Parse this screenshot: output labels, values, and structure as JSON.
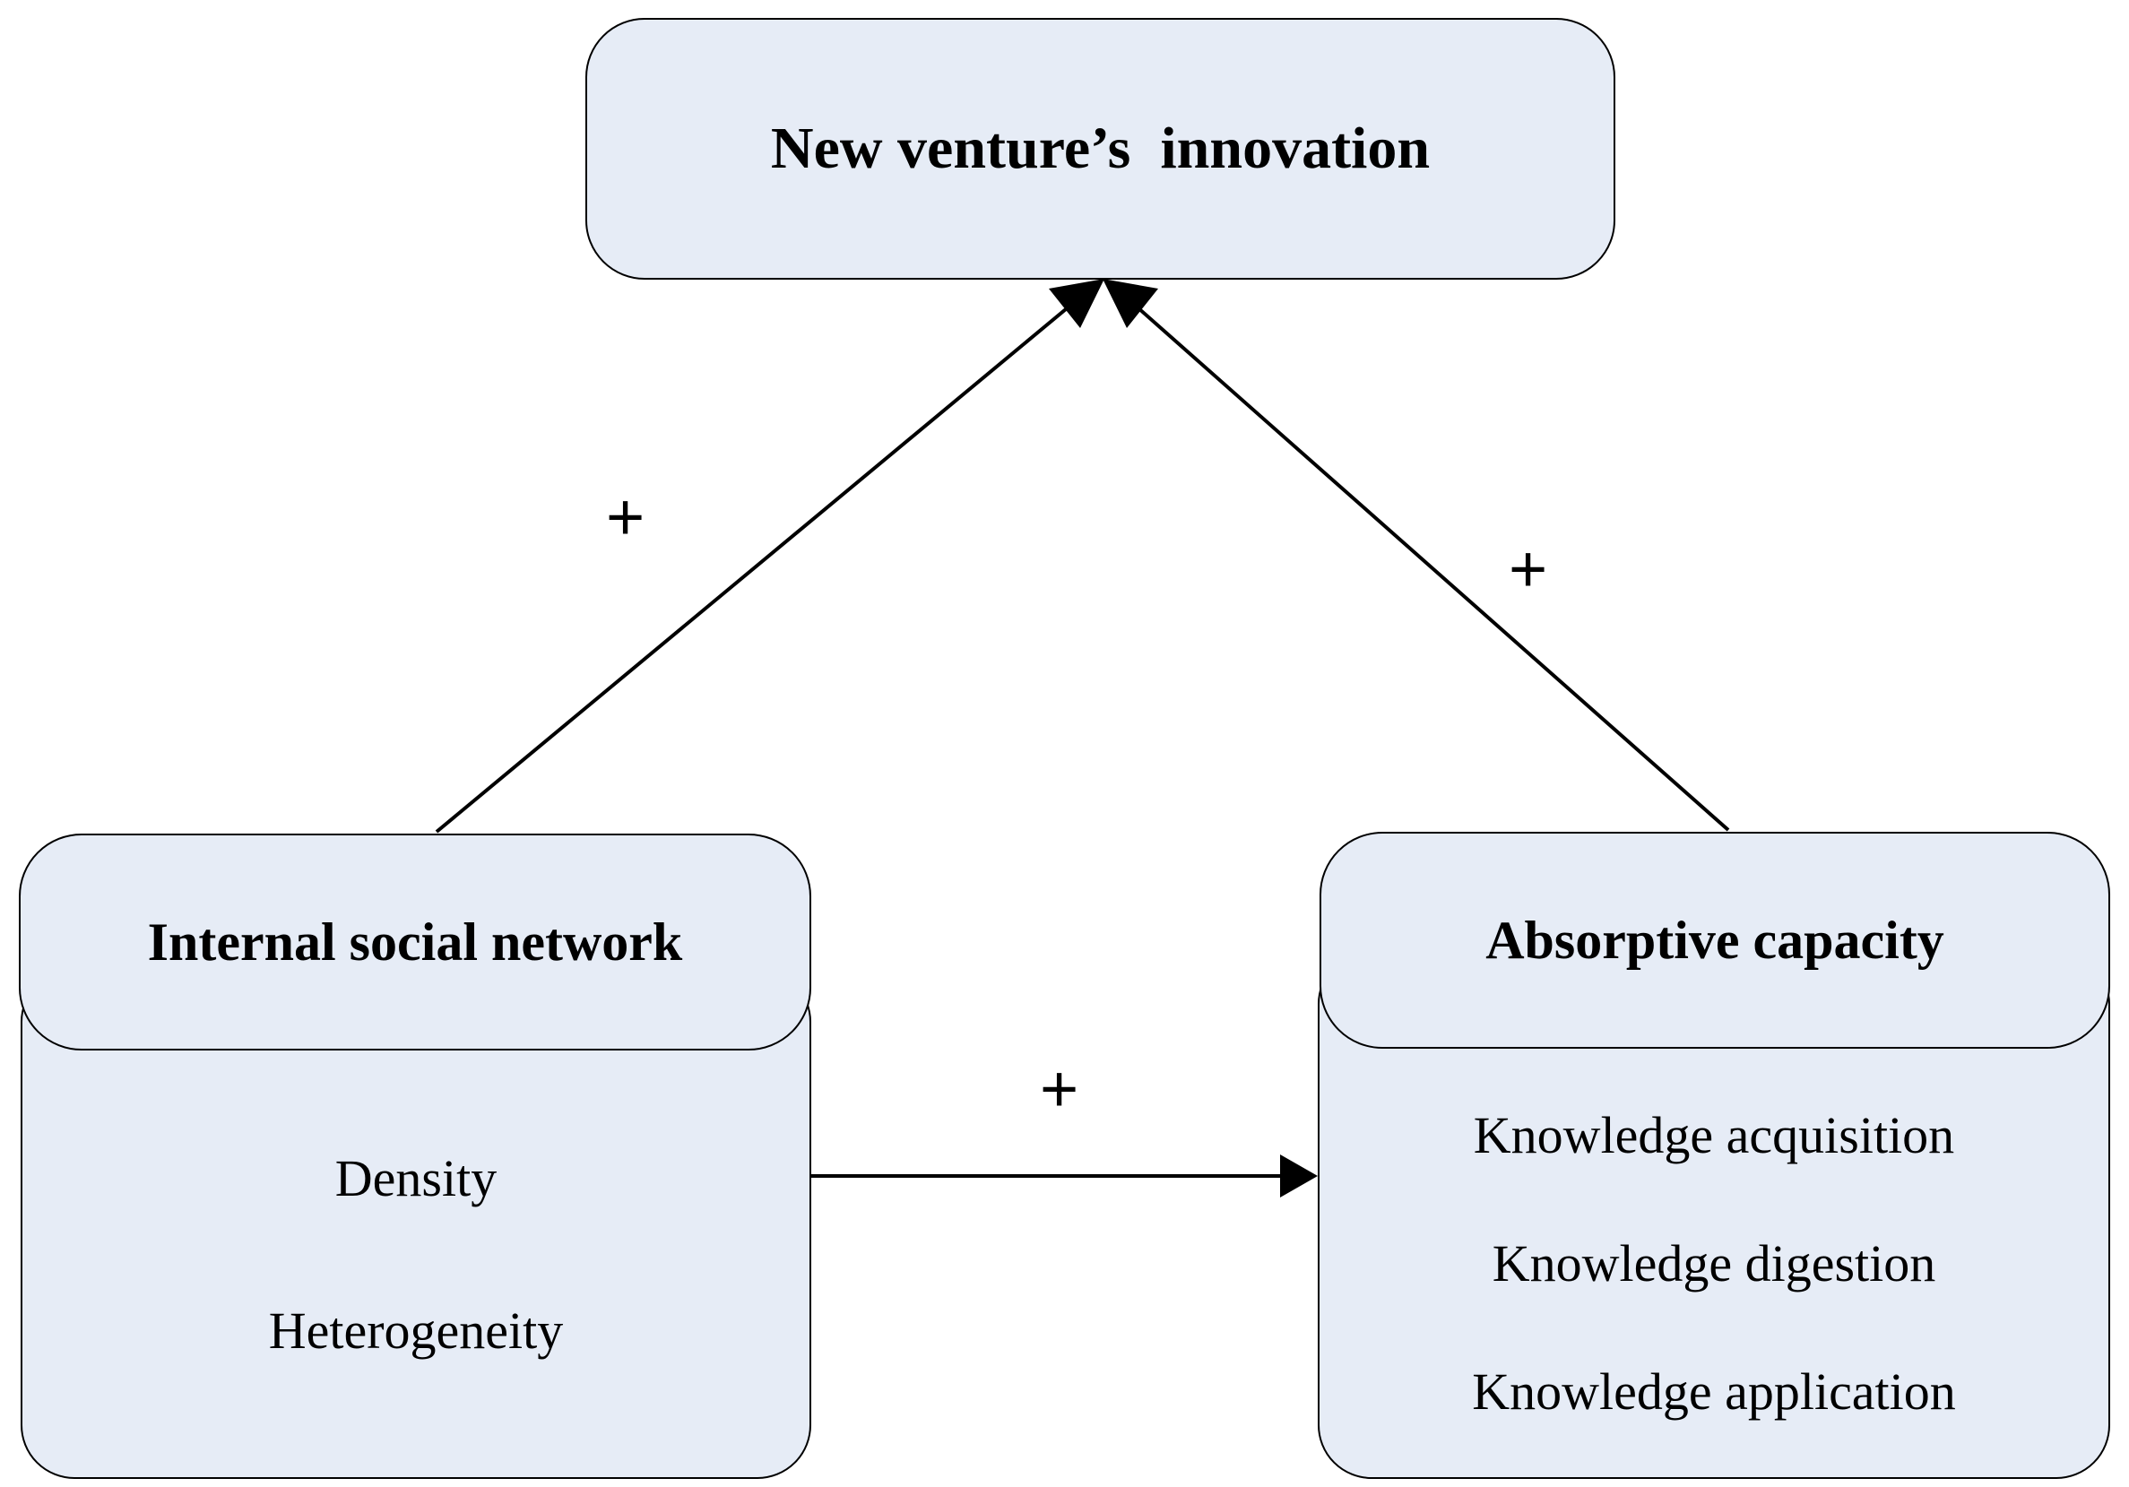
{
  "diagram": {
    "title_text": "New venture’s  innovation",
    "background_color": "#ffffff",
    "node_fill_color": "#e6ecf6",
    "node_border_color": "#000000",
    "text_color": "#000000"
  },
  "nodes": {
    "outcome": {
      "label": "New venture’s  innovation"
    },
    "left": {
      "header_label": "Internal social network",
      "items": [
        "Density",
        "Heterogeneity"
      ]
    },
    "right": {
      "header_label": "Absorptive capacity",
      "items": [
        "Knowledge acquisition",
        "Knowledge digestion",
        "Knowledge application"
      ]
    }
  },
  "edges": [
    {
      "id": "left-to-outcome",
      "from": "Internal social network",
      "to": "New venture’s innovation",
      "sign": "+"
    },
    {
      "id": "right-to-outcome",
      "from": "Absorptive capacity",
      "to": "New venture’s innovation",
      "sign": "+"
    },
    {
      "id": "left-to-right",
      "from": "Internal social network",
      "to": "Absorptive capacity",
      "sign": "+"
    }
  ],
  "labels": {
    "plus_left_arm": "+",
    "plus_right_arm": "+",
    "plus_middle": "+"
  }
}
